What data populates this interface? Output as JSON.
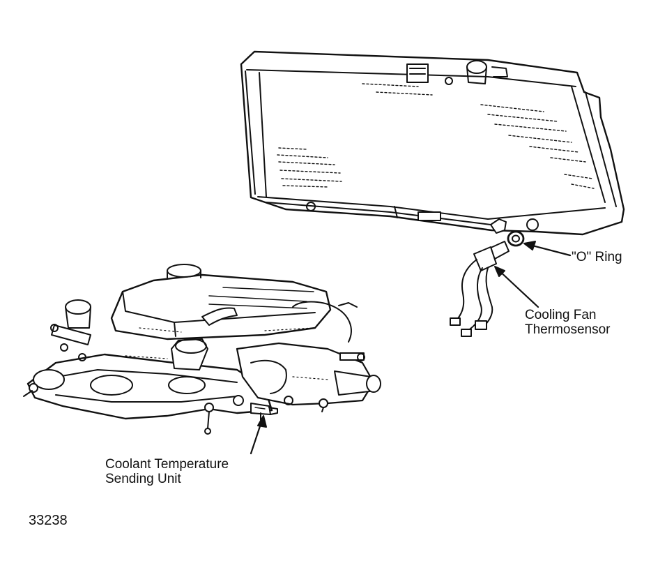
{
  "labels": {
    "o_ring": "\"O\" Ring",
    "fan_line1": "Cooling Fan",
    "fan_line2": "Thermosensor",
    "coolant_line1": "Coolant Temperature",
    "coolant_line2": "Sending Unit"
  },
  "figure_number": "33238",
  "colors": {
    "ink": "#111111",
    "paper": "#ffffff"
  }
}
